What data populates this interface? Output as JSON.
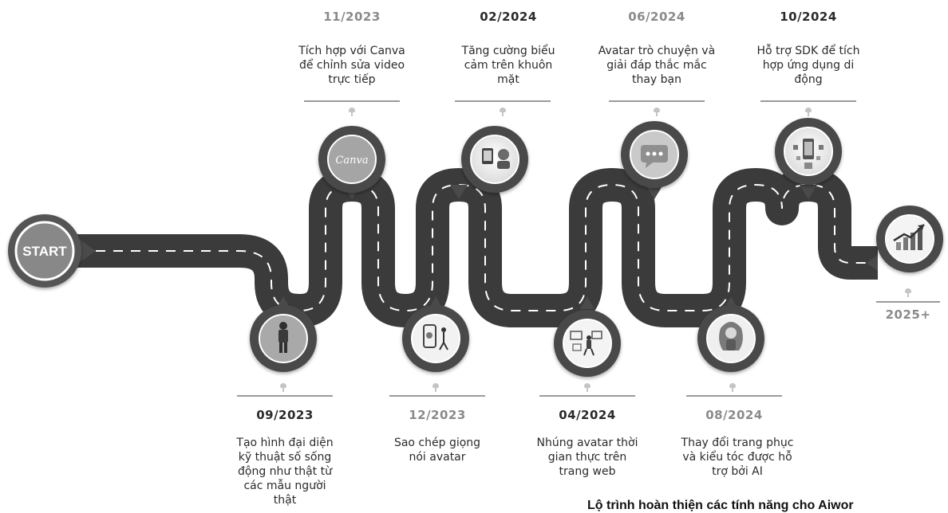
{
  "start_label": "START",
  "footer_caption": "Lộ trình hoàn thiện các tính năng cho Aiwor",
  "milestones_top": [
    {
      "date": "11/2023",
      "desc": [
        "Tích hợp với Canva",
        "để chỉnh sửa video",
        "trực tiếp"
      ],
      "icon": "canva-logo-icon",
      "icon_text": "Canva"
    },
    {
      "date": "02/2024",
      "desc": [
        "Tăng cường biểu",
        "cảm trên khuôn",
        "mặt"
      ],
      "icon": "face-expression-icon"
    },
    {
      "date": "06/2024",
      "desc": [
        "Avatar trò chuyện và",
        "giải đáp thắc mắc",
        "thay bạn"
      ],
      "icon": "chat-bubble-icon"
    },
    {
      "date": "10/2024",
      "desc": [
        "Hỗ trợ SDK để tích",
        "hợp ứng dụng di",
        "động"
      ],
      "icon": "mobile-sdk-icon"
    }
  ],
  "milestones_bottom": [
    {
      "date": "09/2023",
      "desc": [
        "Tạo hình đại diện",
        "kỹ thuật số sống",
        "động như thật từ",
        "các mẫu người",
        "thật"
      ],
      "icon": "digital-human-icon"
    },
    {
      "date": "12/2023",
      "desc": [
        "Sao chép giọng",
        "nói avatar"
      ],
      "icon": "voice-clone-icon"
    },
    {
      "date": "04/2024",
      "desc": [
        "Nhúng avatar thời",
        "gian thực trên",
        "trang web"
      ],
      "icon": "web-embed-icon"
    },
    {
      "date": "08/2024",
      "desc": [
        "Thay đổi trang phục",
        "và kiểu tóc được hỗ",
        "trợ bởi AI"
      ],
      "icon": "ai-styling-icon"
    }
  ],
  "milestone_future": {
    "date": "2025+",
    "icon": "growth-chart-icon"
  }
}
